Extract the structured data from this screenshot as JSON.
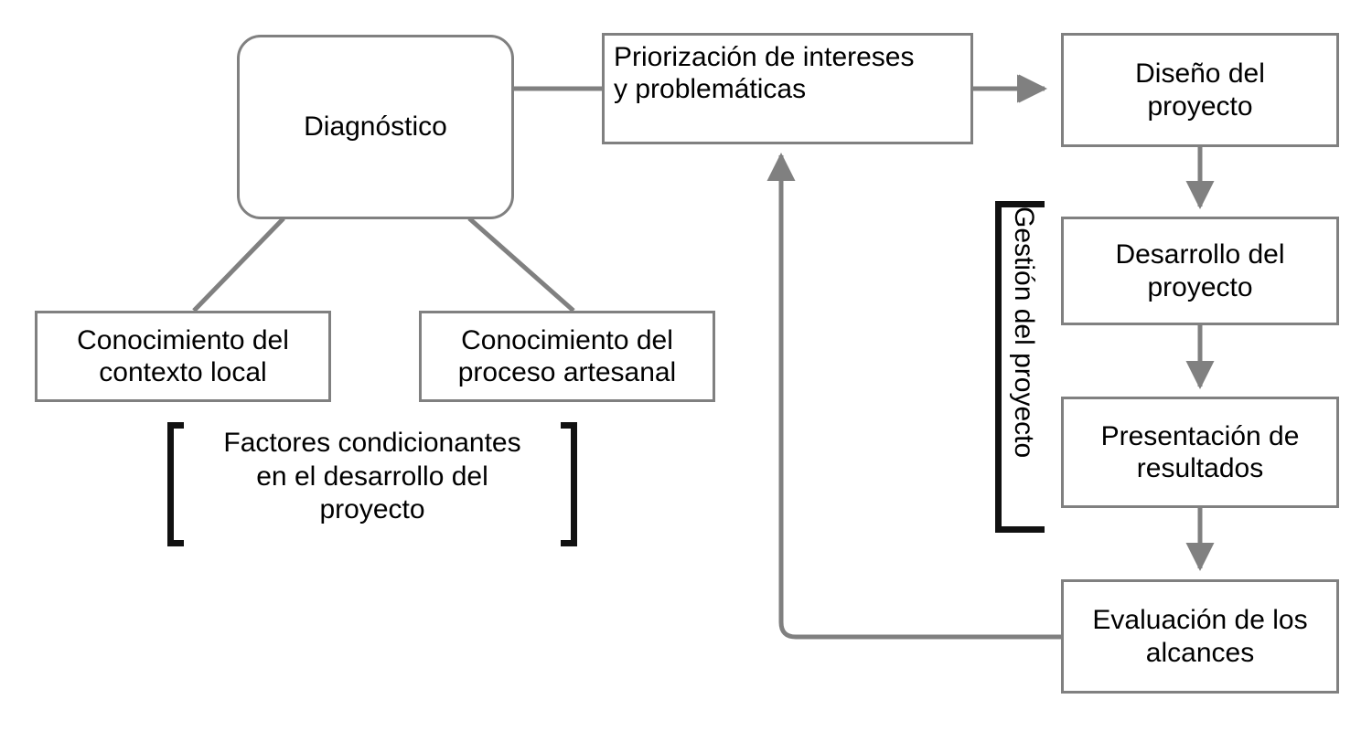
{
  "diagram": {
    "type": "flowchart",
    "language": "es",
    "colors": {
      "node_border": "#808080",
      "node_fill": "#ffffff",
      "edge": "#808080",
      "text": "#000000",
      "bracket": "#111111"
    },
    "nodes": [
      {
        "id": "diagnostico",
        "label": "Diagnóstico",
        "shape": "rounded-rect"
      },
      {
        "id": "priorizacion",
        "label": "Priorización de intereses\ny problemáticas",
        "shape": "rect"
      },
      {
        "id": "diseno",
        "label": "Diseño del\nproyecto",
        "shape": "rect"
      },
      {
        "id": "desarrollo",
        "label": "Desarrollo del\nproyecto",
        "shape": "rect"
      },
      {
        "id": "presentacion",
        "label": "Presentación de\nresultados",
        "shape": "rect"
      },
      {
        "id": "evaluacion",
        "label": "Evaluación de los\nalcances",
        "shape": "rect"
      },
      {
        "id": "contexto",
        "label": "Conocimiento del\ncontexto local",
        "shape": "rect"
      },
      {
        "id": "artesanal",
        "label": "Conocimiento del\nproceso artesanal",
        "shape": "rect"
      }
    ],
    "edges": [
      {
        "from": "diagnostico",
        "to": "priorizacion",
        "arrow": true
      },
      {
        "from": "priorizacion",
        "to": "diseno",
        "arrow": true
      },
      {
        "from": "diseno",
        "to": "desarrollo",
        "arrow": true
      },
      {
        "from": "desarrollo",
        "to": "presentacion",
        "arrow": true
      },
      {
        "from": "presentacion",
        "to": "evaluacion",
        "arrow": true
      },
      {
        "from": "evaluacion",
        "to": "priorizacion",
        "arrow": true,
        "style": "feedback-loop"
      },
      {
        "from": "diagnostico",
        "to": "contexto",
        "arrow": false
      },
      {
        "from": "diagnostico",
        "to": "artesanal",
        "arrow": false
      }
    ],
    "annotations": [
      {
        "id": "factores",
        "label": "Factores condicionantes\nen el desarrollo del\nproyecto",
        "bracket": "square-horizontal",
        "orientation": "horizontal"
      },
      {
        "id": "gestion",
        "label": "Gestión del proyecto",
        "bracket": "square-vertical",
        "orientation": "vertical"
      }
    ]
  }
}
